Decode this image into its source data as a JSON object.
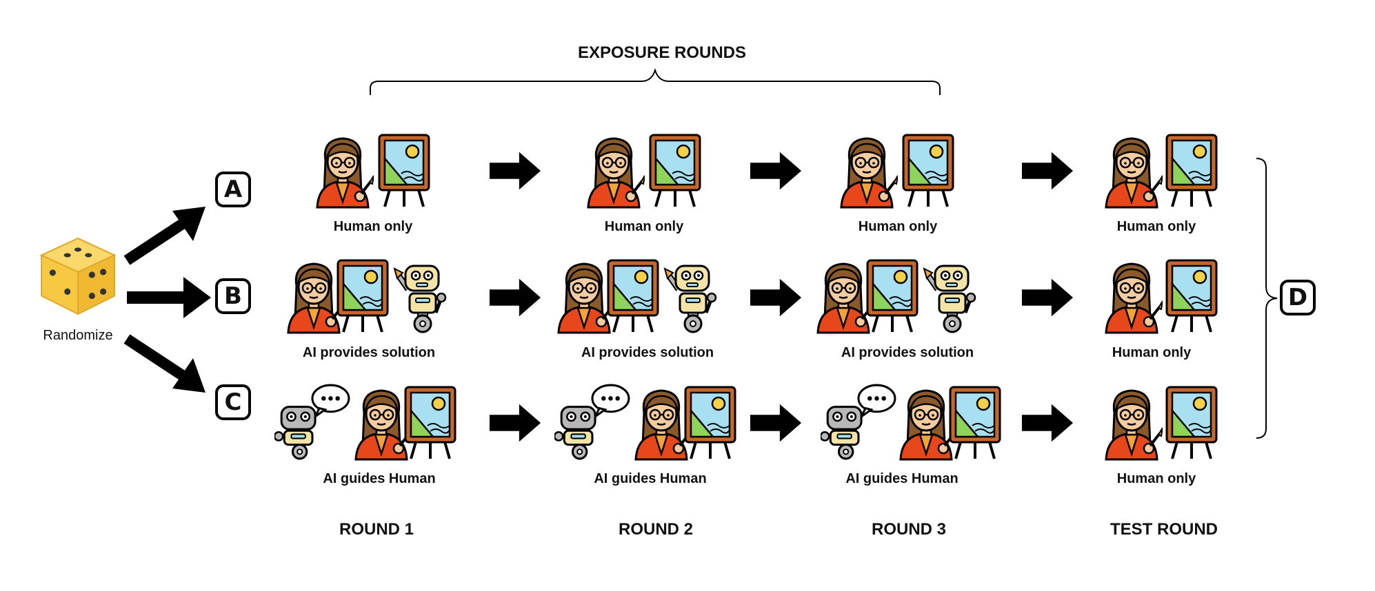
{
  "title": "EXPOSURE ROUNDS",
  "randomize_label": "Randomize",
  "conditions": [
    "A",
    "B",
    "C"
  ],
  "outcome_letter": "D",
  "rows": [
    {
      "labels": [
        "Human only",
        "Human only",
        "Human only",
        "Human only"
      ]
    },
    {
      "labels": [
        "AI provides solution",
        "AI provides solution",
        "AI provides solution",
        "Human only"
      ]
    },
    {
      "labels": [
        "AI guides Human",
        "AI guides Human",
        "AI guides Human",
        "Human only"
      ]
    }
  ],
  "columns": [
    "ROUND 1",
    "ROUND 2",
    "ROUND 3",
    "TEST ROUND"
  ],
  "colors": {
    "skin": "#f5cba0",
    "hair": "#8b5a2b",
    "jacket": "#e8471c",
    "frame": "#c8672a",
    "sky": "#a8e0f2",
    "hill": "#8fd45a",
    "sun": "#f2d04a",
    "robot": "#f3e3a6",
    "robot_grey": "#b8b8b8",
    "die": "#f7c842"
  }
}
